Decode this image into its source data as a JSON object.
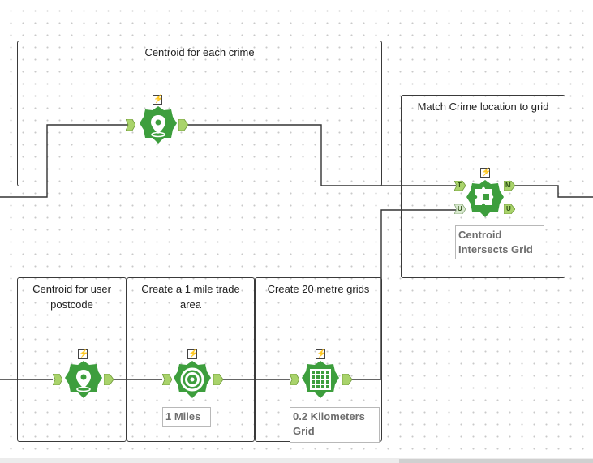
{
  "containers": {
    "centroid_crime": {
      "title": "Centroid for each crime"
    },
    "match_crime": {
      "title": "Match Crime location to grid"
    },
    "centroid_user": {
      "title": "Centroid for user postcode"
    },
    "trade_area": {
      "title": "Create a 1 mile trade area"
    },
    "grids": {
      "title": "Create 20 metre grids"
    }
  },
  "tools": {
    "spatial_info_crime": {
      "icon": "map-pin-icon",
      "badge": "⚡"
    },
    "spatial_match": {
      "icon": "puzzle-icon",
      "badge": "⚡",
      "annotation": "Centroid Intersects Grid",
      "anchors": {
        "target": "T",
        "universe": "U",
        "matched": "M",
        "unmatched": "U"
      }
    },
    "spatial_info_user": {
      "icon": "map-pin-icon",
      "badge": "⚡"
    },
    "trade_area_tool": {
      "icon": "target-rings-icon",
      "badge": "⚡",
      "annotation": "1 Miles"
    },
    "make_grid": {
      "icon": "grid-icon",
      "badge": "⚡",
      "annotation": "0.2 Kilometers Grid"
    }
  },
  "colors": {
    "tool_green": "#3d9e3d",
    "tool_green_dark": "#2f7f2f",
    "anchor_green": "#a9d36b",
    "wire": "#333333",
    "container_border": "#3a3a3a"
  }
}
